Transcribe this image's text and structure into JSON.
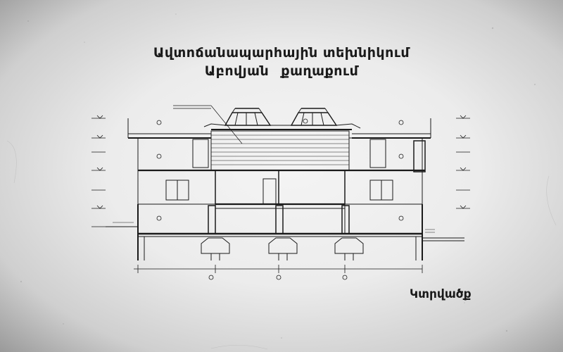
{
  "sheet": {
    "title_line1": "Ավտոճանապարհային տեխնիկում",
    "title_line2": "Աբովյան քաղաքում",
    "caption": "Կտրվածք"
  },
  "colors": {
    "paper": "#ececec",
    "ink": "#1a1a1a",
    "vignette": "#9a9a9a"
  }
}
